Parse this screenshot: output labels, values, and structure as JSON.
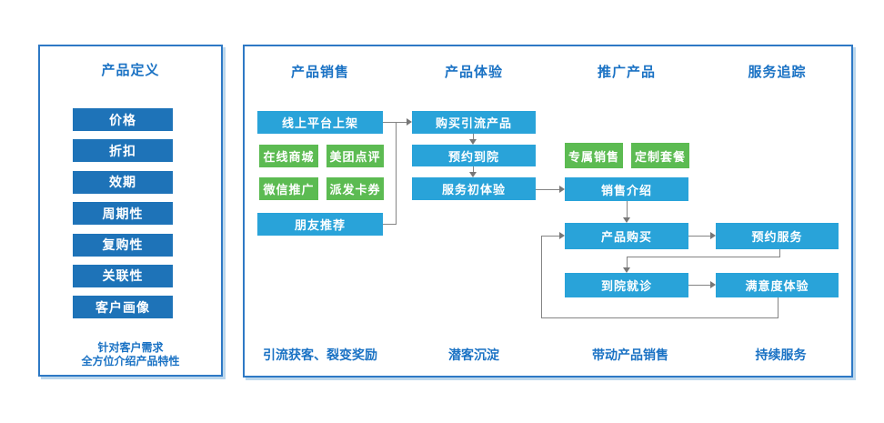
{
  "colors": {
    "dark_blue_box": "#1e73b8",
    "light_blue_box": "#29a3d9",
    "green_box": "#5cbb52",
    "heading_text": "#1a72c4",
    "panel_border": "#2e79c5",
    "connector": "#848484"
  },
  "left_panel": {
    "title": "产品定义",
    "items": [
      "价格",
      "折扣",
      "效期",
      "周期性",
      "复购性",
      "关联性",
      "客户画像"
    ],
    "note_line1": "针对客户需求",
    "note_line2": "全方位介绍产品特性"
  },
  "right_panel": {
    "columns": [
      {
        "header": "产品销售",
        "footer": "引流获客、裂变奖励"
      },
      {
        "header": "产品体验",
        "footer": "潜客沉淀"
      },
      {
        "header": "推广产品",
        "footer": "带动产品销售"
      },
      {
        "header": "服务追踪",
        "footer": "持续服务"
      }
    ],
    "nodes": {
      "online_platform": "线上平台上架",
      "online_mall": "在线商城",
      "meituan_review": "美团点评",
      "wechat_promo": "微信推广",
      "coupon_distribution": "派发卡券",
      "friend_referral": "朋友推荐",
      "buy_lead_product": "购买引流产品",
      "book_visit": "预约到院",
      "first_service_experience": "服务初体验",
      "exclusive_sales": "专属销售",
      "custom_package": "定制套餐",
      "sales_intro": "销售介绍",
      "product_purchase": "产品购买",
      "hospital_visit": "到院就诊",
      "book_service": "预约服务",
      "satisfaction_experience": "满意度体验"
    }
  }
}
